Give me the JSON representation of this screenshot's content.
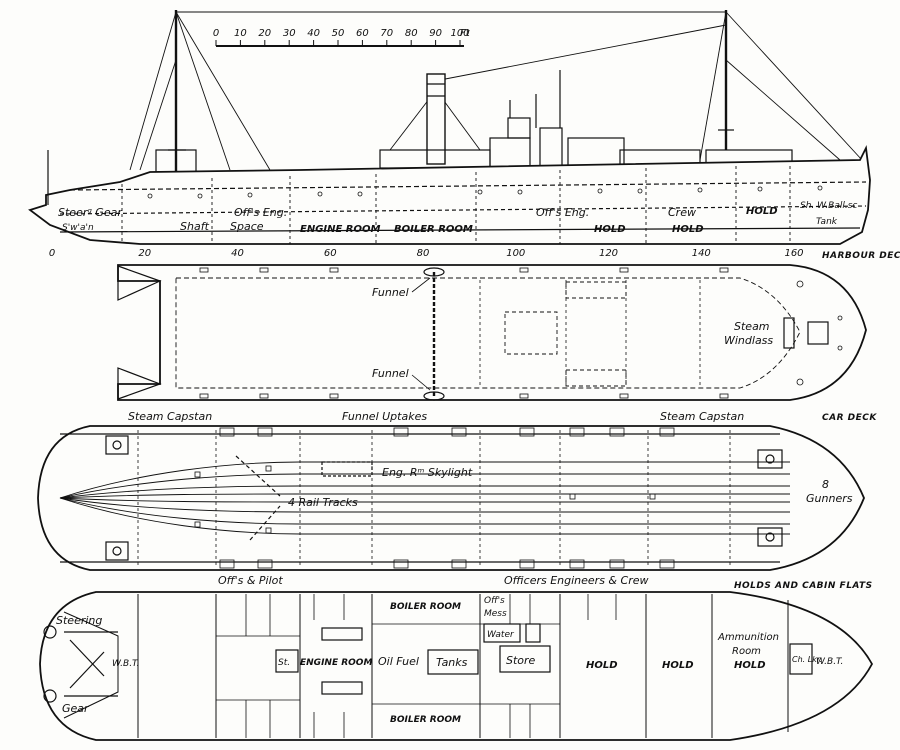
{
  "scale_bar": {
    "ticks": [
      "0",
      "10",
      "20",
      "30",
      "40",
      "50",
      "60",
      "70",
      "80",
      "90",
      "100"
    ],
    "unit": "Ft"
  },
  "profile": {
    "labels": {
      "steering_gear": "Steerᵍ Gear",
      "swain": "S'w'a'n",
      "shaft": "Shaft",
      "offrs_eng_space": "Off's Eng.",
      "space": "Space",
      "engine_room": "ENGINE ROOM",
      "boiler_room": "BOILER ROOM",
      "offrs_eng": "Off's Eng.",
      "crew": "Crew",
      "hold_1": "HOLD",
      "hold_2": "HOLD",
      "hold_3": "HOLD",
      "wball_tank": "Sh. W.Ball.sc",
      "tank": "Tank"
    },
    "frame_numbers": [
      "0",
      "20",
      "40",
      "60",
      "80",
      "100",
      "120",
      "140",
      "160"
    ]
  },
  "harbour_deck": {
    "title": "HARBOUR DECK",
    "labels": {
      "funnel_top": "Funnel",
      "funnel_bottom": "Funnel",
      "steam": "Steam",
      "windlass": "Windlass"
    }
  },
  "car_deck": {
    "title": "CAR DECK",
    "labels": {
      "steam_capstan_left": "Steam Capstan",
      "funnel_uptakes": "Funnel Uptakes",
      "steam_capstan_right": "Steam Capstan",
      "eng_rm_skylight": "Eng. Rᵐ Skylight",
      "rail_tracks": "4 Rail Tracks",
      "gunners_num": "8",
      "gunners": "Gunners"
    }
  },
  "holds": {
    "title": "HOLDS AND CABIN FLATS",
    "labels": {
      "offrs_pilot": "Off's & Pilot",
      "officers_engineers_crew": "Officers Engineers & Crew",
      "steering": "Steering",
      "gear": "Gear",
      "wbt_stern": "W.B.T.",
      "st": "St.",
      "engine_room": "ENGINE ROOM",
      "oil_fuel": "Oil Fuel",
      "tanks": "Tanks",
      "boiler_room_top": "BOILER ROOM",
      "boiler_room_bottom": "BOILER ROOM",
      "offrs_mess": "Off's",
      "mess": "Mess",
      "water": "Water",
      "store": "Store",
      "hold_1": "HOLD",
      "hold_2": "HOLD",
      "ammunition": "Ammunition",
      "room": "Room",
      "hold_3": "HOLD",
      "ch_lkr": "Ch. Lkr.",
      "wbt_bow": "W.B.T."
    }
  }
}
